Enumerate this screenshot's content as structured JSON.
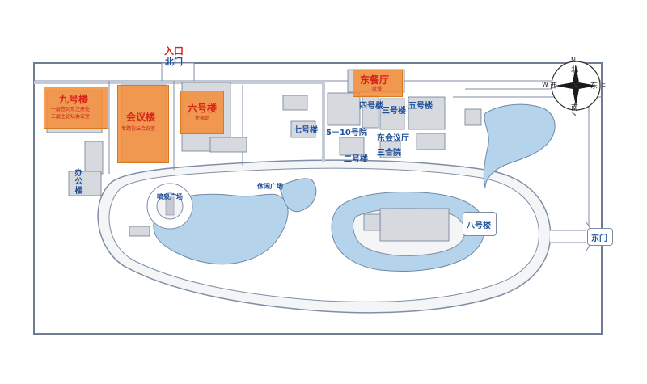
{
  "entrance": {
    "title": "入口",
    "gate": "北门"
  },
  "east_gate": "东门",
  "compass": {
    "north": "北",
    "north_letter": "N",
    "south": "南",
    "south_letter": "S",
    "east": "东",
    "east_letter": "E",
    "west": "西",
    "west_letter": "W"
  },
  "buildings": {
    "b9": {
      "name": "九号楼",
      "line1": "一层签到及注册处",
      "line2": "三层主论坛会议室"
    },
    "meeting": {
      "name": "会议楼",
      "note": "专题论坛会议室"
    },
    "b6": {
      "name": "六号楼",
      "note": "住宿处"
    },
    "east_dining": {
      "name": "东餐厅",
      "note": "就餐"
    },
    "b8": "八号楼",
    "b4": "四号楼",
    "b3": "三号楼",
    "b5": "五号楼",
    "b7": "七号楼",
    "court_5_10": "5－10号院",
    "east_hall": "东会议厅",
    "b2": "二号楼",
    "three_yard": "三合院",
    "office": "办公楼"
  },
  "plazas": {
    "fountain": "喷泉广场",
    "leisure": "休闲广场"
  },
  "colors": {
    "water": "#b5d3ea",
    "road": "#ffffff",
    "road_edge": "#7f8ea6",
    "building": "#d6d9de",
    "highlight": "#f58c37",
    "label_blue": "#1f4f98",
    "label_red": "#d62418"
  }
}
